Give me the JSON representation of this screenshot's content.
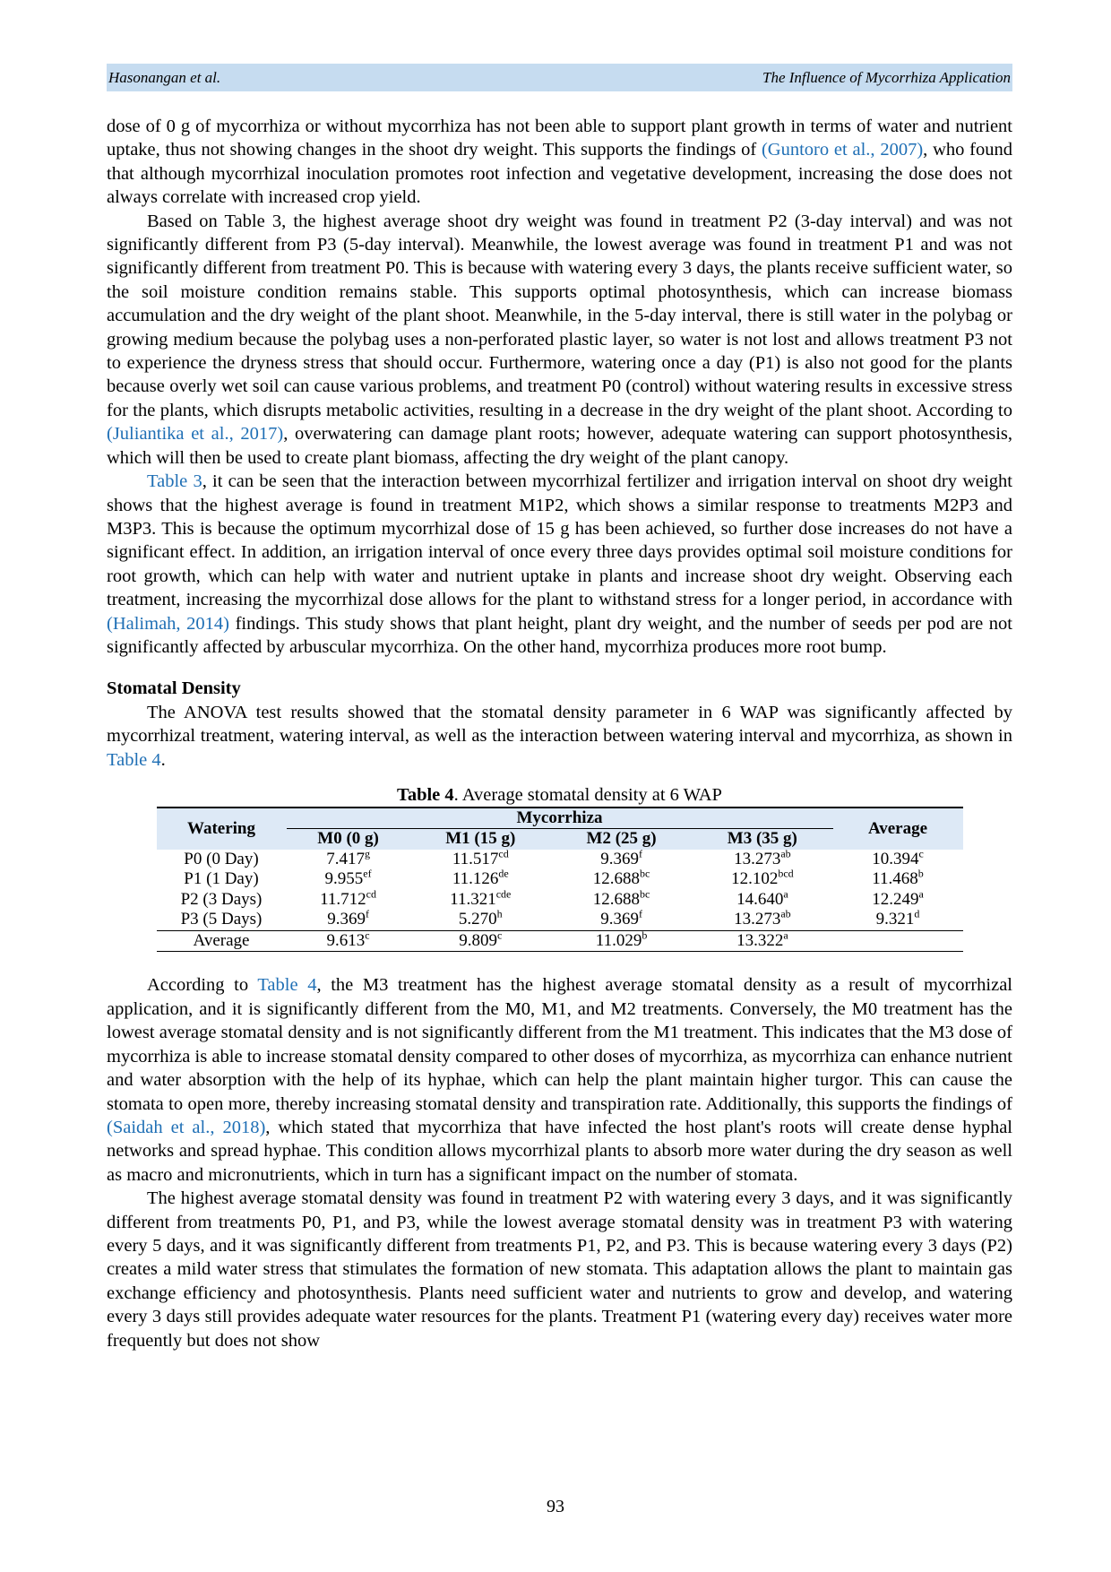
{
  "header": {
    "left": "Hasonangan et al.",
    "right": "The Influence of Mycorrhiza Application"
  },
  "para1": {
    "t1": "dose of 0 g of mycorrhiza or without mycorrhiza has not been able to support plant growth in terms of water and nutrient uptake, thus not showing changes in the shoot dry weight. This supports the findings of ",
    "link1": "(Guntoro et al., 2007)",
    "t2": ", who found that although mycorrhizal inoculation promotes root infection and vegetative development, increasing the dose does not always correlate with increased crop yield."
  },
  "para2": {
    "t1": "Based on Table 3, the highest average shoot dry weight was found in treatment P2 (3-day interval) and was not significantly different from P3 (5-day interval). Meanwhile, the lowest average was found in treatment P1 and was not significantly different from treatment P0. This is because with watering every 3 days, the plants receive sufficient water, so the soil moisture condition remains stable. This supports optimal photosynthesis, which can increase biomass accumulation and the dry weight of the plant shoot. Meanwhile, in the 5-day interval, there is still water in the polybag or growing medium because the polybag uses a non-perforated plastic layer, so water is not lost and allows treatment P3 not to experience the dryness stress that should occur. Furthermore, watering once a day (P1) is also not good for the plants because overly wet soil can cause various problems, and treatment P0 (control) without watering results in excessive stress for the plants, which disrupts metabolic activities, resulting in a decrease in the dry weight of the plant shoot. According to ",
    "link1": "(Juliantika et al., 2017)",
    "t2": ", overwatering can damage plant roots; however, adequate watering can support photosynthesis, which will then be used to create plant biomass, affecting the dry weight of the plant canopy."
  },
  "para3": {
    "link1": "Table 3",
    "t1": ", it can be seen that the interaction between mycorrhizal fertilizer and irrigation interval on shoot dry weight shows that the highest average is found in treatment M1P2, which shows a similar response to treatments M2P3 and M3P3. This is because the optimum mycorrhizal dose of 15 g has been achieved, so further dose increases do not have a significant effect. In addition, an irrigation interval of once every three days provides optimal soil moisture conditions for root growth, which can help with water and nutrient uptake in plants and increase shoot dry weight. Observing each treatment, increasing the mycorrhizal dose allows for the plant to withstand stress for a longer period, in accordance with ",
    "link2": "(Halimah, 2014)",
    "t2": " findings. This study shows that plant height, plant dry weight, and the number of seeds per pod are not significantly affected by arbuscular mycorrhiza. On the other hand, mycorrhiza produces more root bump."
  },
  "section_heading": "Stomatal Density",
  "para4": {
    "t1": "The ANOVA test results showed that the stomatal density parameter in 6 WAP was significantly affected by mycorrhizal treatment, watering interval, as well as the interaction between watering interval and mycorrhiza, as shown in ",
    "link1": "Table 4",
    "t2": "."
  },
  "table4": {
    "caption_bold": "Table 4",
    "caption_rest": ". Average stomatal density at 6 WAP",
    "col_watering": "Watering",
    "col_mycorrhiza": "Mycorrhiza",
    "col_average": "Average",
    "sub_cols": [
      "M0 (0 g)",
      "M1 (15 g)",
      "M2 (25 g)",
      "M3 (35 g)"
    ],
    "rows": [
      {
        "label": "P0 (0 Day)",
        "cells": [
          [
            "7.417",
            "g"
          ],
          [
            "11.517",
            "cd"
          ],
          [
            "9.369",
            "f"
          ],
          [
            "13.273",
            "ab"
          ]
        ],
        "avg": [
          "10.394",
          "c"
        ]
      },
      {
        "label": "P1 (1 Day)",
        "cells": [
          [
            "9.955",
            "ef"
          ],
          [
            "11.126",
            "de"
          ],
          [
            "12.688",
            "bc"
          ],
          [
            "12.102",
            "bcd"
          ]
        ],
        "avg": [
          "11.468",
          "b"
        ]
      },
      {
        "label": "P2 (3 Days)",
        "cells": [
          [
            "11.712",
            "cd"
          ],
          [
            "11.321",
            "cde"
          ],
          [
            "12.688",
            "bc"
          ],
          [
            "14.640",
            "a"
          ]
        ],
        "avg": [
          "12.249",
          "a"
        ]
      },
      {
        "label": "P3 (5 Days)",
        "cells": [
          [
            "9.369",
            "f"
          ],
          [
            "5.270",
            "h"
          ],
          [
            "9.369",
            "f"
          ],
          [
            "13.273",
            "ab"
          ]
        ],
        "avg": [
          "9.321",
          "d"
        ]
      }
    ],
    "avg_row": {
      "label": "Average",
      "cells": [
        [
          "9.613",
          "c"
        ],
        [
          "9.809",
          "c"
        ],
        [
          "11.029",
          "b"
        ],
        [
          "13.322",
          "a"
        ]
      ]
    }
  },
  "para5": {
    "t1": "According to ",
    "link1": "Table 4",
    "t2": ", the M3 treatment has the highest average stomatal density as a result of mycorrhizal application, and it is significantly different from the M0, M1, and M2 treatments. Conversely, the M0 treatment has the lowest average stomatal density and is not significantly different from the M1 treatment. This indicates that the M3 dose of mycorrhiza is able to increase stomatal density compared to other doses of mycorrhiza, as mycorrhiza can enhance nutrient and water absorption with the help of its hyphae, which can help the plant maintain higher turgor. This can cause the stomata to open more, thereby increasing stomatal density and transpiration rate. Additionally, this supports the findings of ",
    "link2": "(Saidah et al., 2018)",
    "t3": ", which stated that mycorrhiza that have infected the host plant's roots will create dense hyphal networks and spread hyphae. This condition allows mycorrhizal plants to absorb more water during the dry season as well as macro and micronutrients, which in turn has a significant impact on the number of stomata."
  },
  "para6": {
    "t1": "The highest average stomatal density was found in treatment P2 with watering every 3 days, and it was significantly different from treatments P0, P1, and P3, while the lowest average stomatal density was in treatment P3 with watering every 5 days, and it was significantly different from treatments P1, P2, and P3. This is because watering every 3 days (P2) creates a mild water stress that stimulates the formation of new stomata. This adaptation allows the plant to maintain gas exchange efficiency and photosynthesis. Plants need sufficient water and nutrients to grow and develop, and watering every 3 days still provides adequate water resources for the plants. Treatment P1 (watering every day) receives water more frequently but does not show"
  },
  "page_number": "93"
}
